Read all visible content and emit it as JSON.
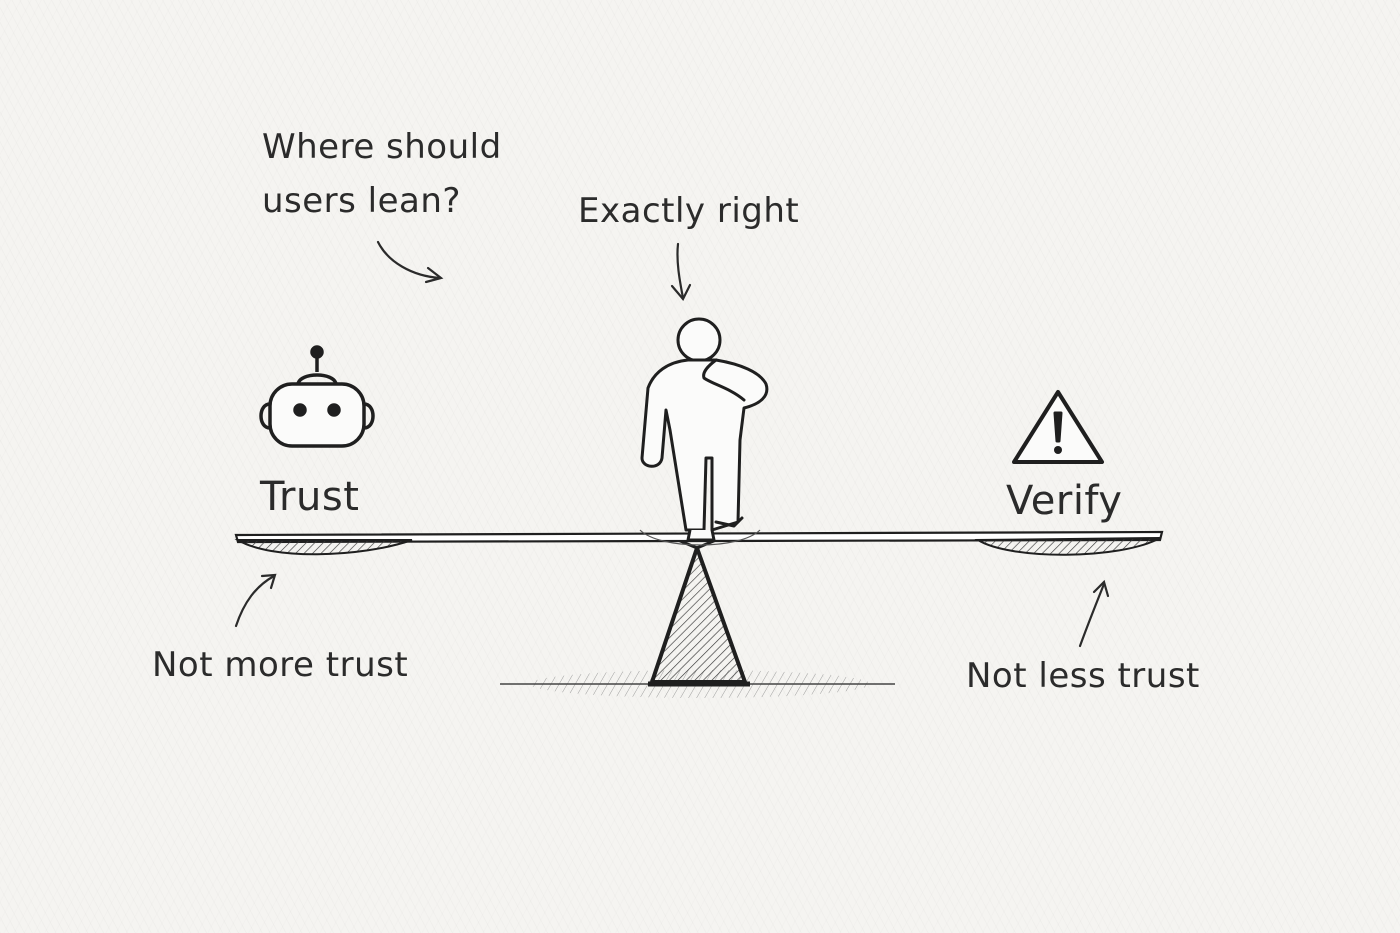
{
  "annotations": {
    "question": "Where should users lean?",
    "center": "Exactly right",
    "left_side": "Trust",
    "right_side": "Verify",
    "left_note": "Not more trust",
    "right_note": "Not less trust"
  },
  "icons": {
    "left": "robot-icon",
    "right": "warning-icon",
    "center": "thinking-person-icon"
  },
  "colors": {
    "ink": "#2b2b2b",
    "paper": "#f5f4f1"
  }
}
